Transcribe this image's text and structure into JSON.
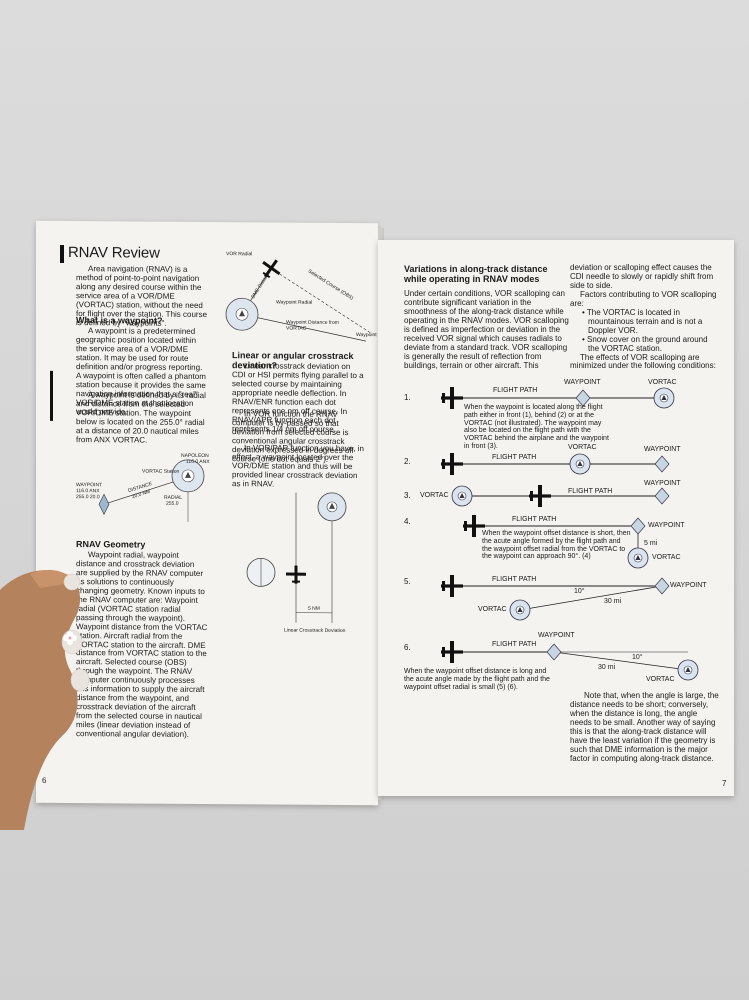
{
  "left": {
    "title": "RNAV Review",
    "intro": "Area navigation (RNAV) is a method of point-to-point navigation along any desired course within the service area of a VOR/DME (VORTAC) station, without the need for flight over the station. This course is defined by \"waypoints\".",
    "waypoint_heading": "What is a waypoint?",
    "waypoint_p1": "A waypoint is a predetermined geographic position located within the service area of a VOR/DME station. It may be used for route definition and/or progress reporting. A waypoint is often called a phantom station because it provides the same navigation information that a \"real\" VOR/DME station at that location would provide.",
    "waypoint_p2": "A waypoint is defined by its radial and distance from the selected VOR/DME station. The waypoint below is located on the 255.0° radial at a distance of 20.0 nautical miles from ANX VORTAC.",
    "diag1": {
      "napoleon": "NAPOLEON",
      "freq1": "116.0 ANX",
      "vortac_station": "VORTAC Station",
      "waypoint": "WAYPOINT",
      "wp_freq": "116.0 ANX",
      "wp_val": "255.0 20.0",
      "distance": "DISTANCE",
      "dist_val": "20.0 NM",
      "radial": "RADIAL",
      "radial_val": "255.0"
    },
    "geometry_heading": "RNAV Geometry",
    "geometry_text": "Waypoint radial, waypoint distance and crosstrack deviation are supplied by the RNAV computer as solutions to continuously changing geometry. Known inputs to the RNAV computer are: Waypoint radial (VORTAC station radial passing through the waypoint). Waypoint distance from the VORTAC station. Aircraft radial from the VORTAC station to the aircraft. DME distance from VORTAC station to the aircraft. Selected course (OBS) through the waypoint. The RNAV computer continuously processes this information to supply the aircraft distance from the waypoint, and crosstrack deviation of the aircraft from the selected course in nautical miles (linear deviation instead of conventional angular deviation).",
    "diag2": {
      "vor_radial": "VOR Radial",
      "dme_distance": "DME Distance",
      "selected_course": "Selected Course (OBS)",
      "waypoint_radial": "Waypoint Radial",
      "waypoint_distance": "Waypoint Distance from VORTAC",
      "waypoint": "Waypoint"
    },
    "crosstrack_heading": "Linear or angular crosstrack deviation?",
    "crosstrack_p1": "Linear crosstrack deviation on CDI or HSI permits flying parallel to a selected course by maintaining appropriate needle deflection. In RNAV/ENR function each dot represents one nm off course. In RNAV/APR function each dot represents 1/4 nm off course.",
    "crosstrack_p2": "In VOR function the RNAV computer is by-passed so that deviation from selected course is conventional angular crosstrack deviation expressed in degrees off course (one dot equals 2°).",
    "crosstrack_p3": "In VOR/PAR function you have, in effect, a waypoint located over the VOR/DME station and thus will be provided linear crosstrack deviation as in RNAV.",
    "diag3": {
      "nm": "5 NM",
      "caption": "Linear Crosstrack Deviation"
    },
    "page_number": "6"
  },
  "right": {
    "heading": "Variations in along-track distance while operating in RNAV modes",
    "col1": "Under certain conditions, VOR scalloping can contribute significant variation in the smoothness of the along-track distance while operating in the RNAV modes. VOR scalloping is defined as imperfection or deviation in the received VOR signal which causes radials to deviate from a standard track. VOR scalloping is generally the result of reflection from buildings, terrain or other aircraft. This",
    "col2_lines": [
      "deviation or scalloping effect causes the",
      "CDI needle to slowly or rapidly shift from",
      "side to side.",
      "Factors contributing to VOR scalloping",
      "are:",
      "• The VORTAC is located in",
      "mountainous terrain and is not a",
      "Doppler VOR.",
      "• Snow cover on the ground around",
      "the VORTAC station.",
      "The effects of VOR scalloping are",
      "minimized under the following conditions:"
    ],
    "flight_path": "FLIGHT PATH",
    "waypoint": "WAYPOINT",
    "vortac": "VORTAC",
    "items": [
      "1.",
      "2.",
      "3.",
      "4.",
      "5.",
      "6."
    ],
    "note1": "When the waypoint is located along the flight path either in front (1), behind (2) or at the VORTAC (not illustrated). The waypoint may also be located on the flight path with the VORTAC behind the airplane and the waypoint in front (3).",
    "note4": "When the waypoint offset distance is short, then the acute angle formed by the flight path and the waypoint offset radial from the VORTAC to the waypoint can approach 90°. (4)",
    "dist4": "5 mi",
    "angle": "10°",
    "dist5": "30 mi",
    "note6": "When the waypoint offset distance is long and the acute angle made by the flight path and the waypoint offset radial is small (5) (6).",
    "closing": "Note that, when the angle is large, the distance needs to be short; conversely, when the distance is long, the angle needs to be small. Another way of saying this is that the along-track distance will have the least variation if the geometry is such that DME information is the major factor in computing along-track distance.",
    "page_number": "7"
  }
}
